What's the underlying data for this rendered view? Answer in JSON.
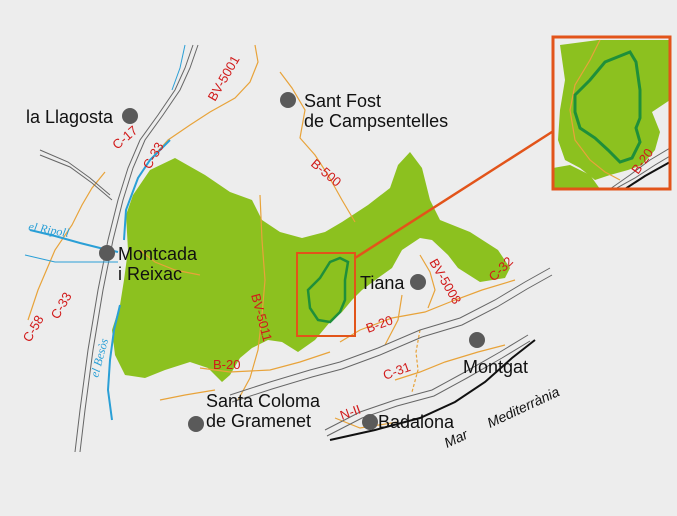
{
  "colors": {
    "park": "#8cc11f",
    "park_outline": "#1f8f3a",
    "road": "#e8a33a",
    "highway": "#555555",
    "river": "#2a9fd6",
    "road_label": "#d11a1a",
    "frame": "#e2541a",
    "town_marker": "#5a5a5a",
    "background": "#ededed"
  },
  "icons": {
    "town_marker": "filled-circle",
    "protected_area": "green-polygon"
  },
  "towns": {
    "la_llagosta": "la Llagosta",
    "sant_fost_1": "Sant Fost",
    "sant_fost_2": "de Campsentelles",
    "montcada_1": "Montcada",
    "montcada_2": "i Reixac",
    "tiana": "Tiana",
    "montgat": "Montgat",
    "santa_coloma_1": "Santa Coloma",
    "santa_coloma_2": "de Gramenet",
    "badalona": "Badalona"
  },
  "roads": {
    "bv5001": "BV-5001",
    "c17": "C-17",
    "c33_north": "C-33",
    "c33_west": "C-33",
    "c58": "C-58",
    "b500": "B-500",
    "bv5011": "BV-5011",
    "bv5008": "BV-5008",
    "c32": "C-32",
    "b20_center": "B-20",
    "b20_south": "B-20",
    "c31": "C-31",
    "n2": "N-II",
    "b20_inset": "B-20"
  },
  "rivers": {
    "ripoll": "el Ripoll",
    "besos": "el Besòs"
  },
  "sea": {
    "mar": "Mar",
    "mediterrania": "Mediterrània"
  }
}
